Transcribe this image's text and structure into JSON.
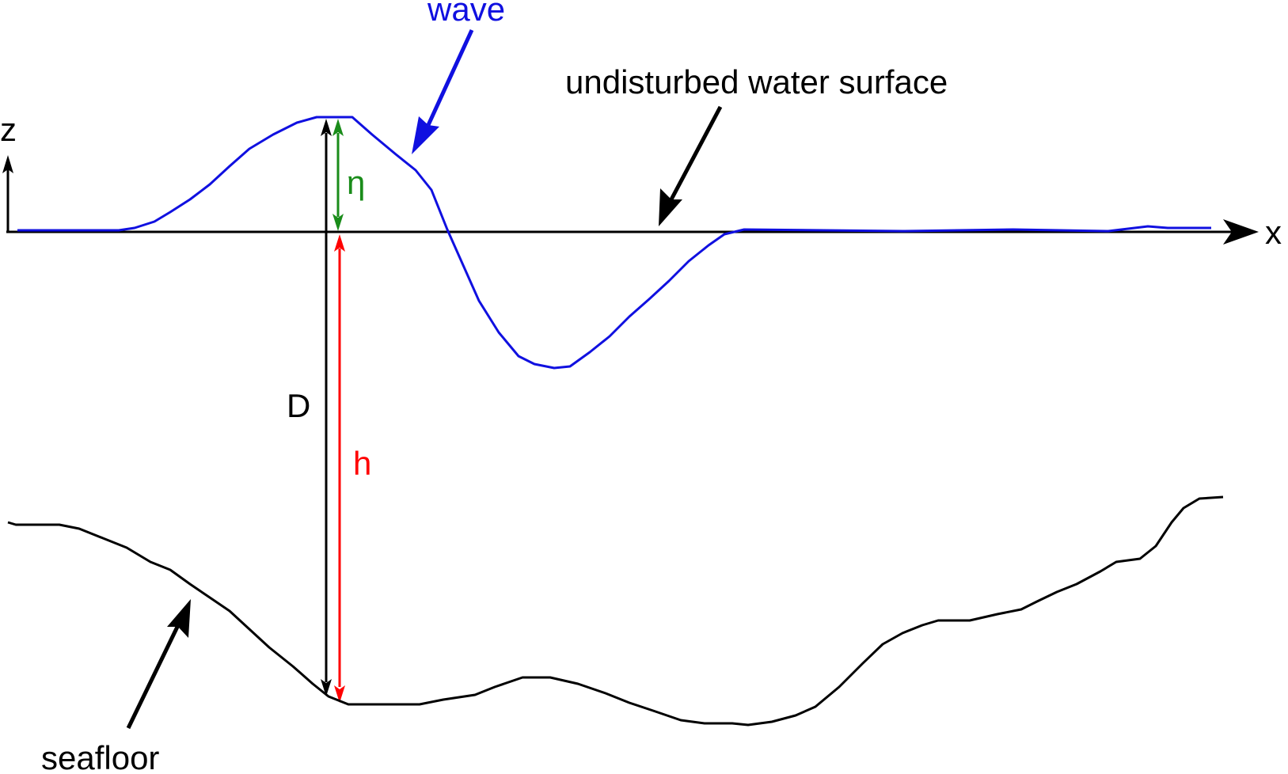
{
  "labels": {
    "wave": "wave",
    "undisturbed_surface": "undisturbed water surface",
    "z_axis": "z",
    "x_axis": "x",
    "eta": "η",
    "D": "D",
    "h": "h",
    "seafloor": "seafloor"
  },
  "colors": {
    "wave": "#1010e0",
    "axis": "#000000",
    "eta": "#1a8c1a",
    "h": "#ff0000",
    "D": "#000000",
    "seafloor": "#000000"
  }
}
